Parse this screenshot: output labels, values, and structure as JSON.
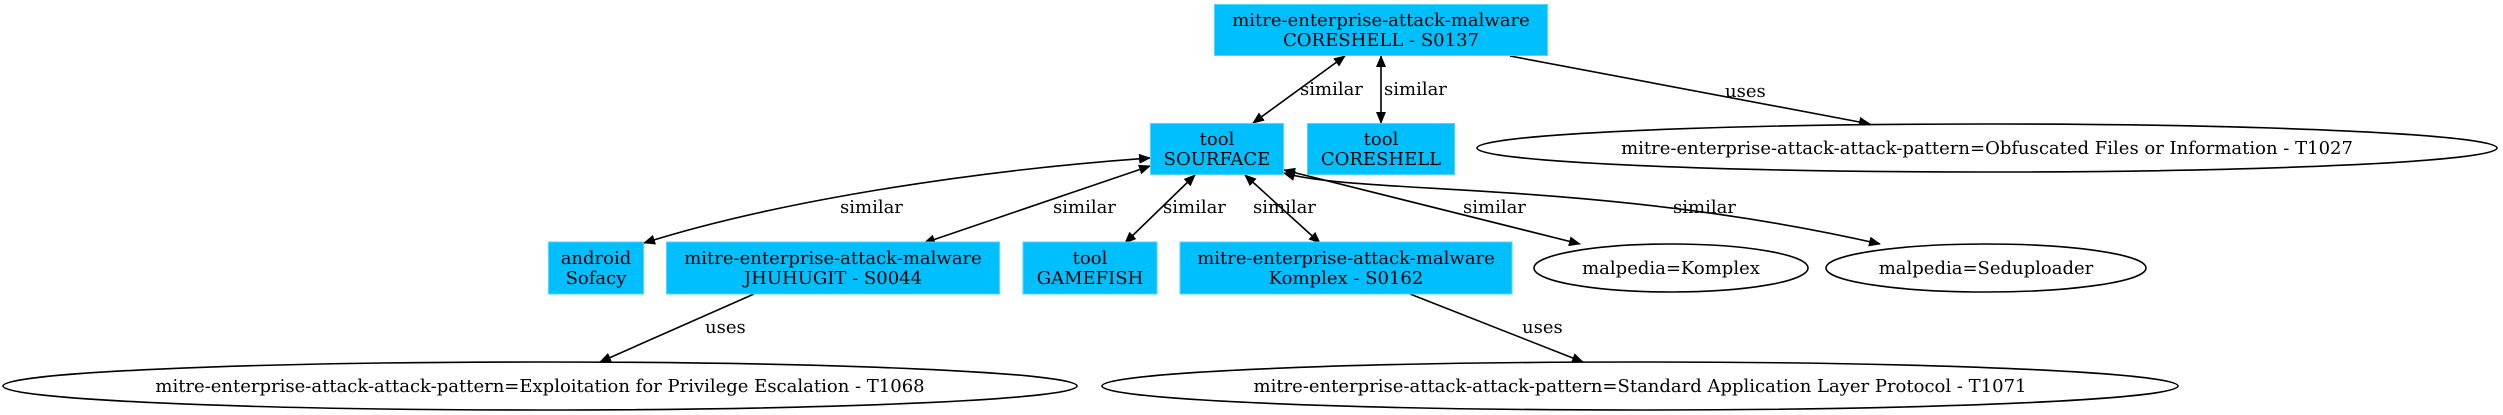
{
  "colors": {
    "box_fill": "#00bfff",
    "box_stroke": "#4fd6ff",
    "ellipse_fill": "#ffffff",
    "ellipse_stroke": "#000000",
    "edge": "#000000"
  },
  "nodes": [
    {
      "id": "coreshell_malware",
      "shape": "box",
      "lines": [
        "mitre-enterprise-attack-malware",
        "CORESHELL - S0137"
      ]
    },
    {
      "id": "sourface_tool",
      "shape": "box",
      "lines": [
        "tool",
        "SOURFACE"
      ]
    },
    {
      "id": "coreshell_tool",
      "shape": "box",
      "lines": [
        "tool",
        "CORESHELL"
      ]
    },
    {
      "id": "t1027",
      "shape": "ellipse",
      "lines": [
        "mitre-enterprise-attack-attack-pattern=Obfuscated Files or Information - T1027"
      ]
    },
    {
      "id": "sofacy_android",
      "shape": "box",
      "lines": [
        "android",
        "Sofacy"
      ]
    },
    {
      "id": "jhuhugit_malware",
      "shape": "box",
      "lines": [
        "mitre-enterprise-attack-malware",
        "JHUHUGIT - S0044"
      ]
    },
    {
      "id": "gamefish_tool",
      "shape": "box",
      "lines": [
        "tool",
        "GAMEFISH"
      ]
    },
    {
      "id": "komplex_malware",
      "shape": "box",
      "lines": [
        "mitre-enterprise-attack-malware",
        "Komplex - S0162"
      ]
    },
    {
      "id": "malpedia_komplex",
      "shape": "ellipse",
      "lines": [
        "malpedia=Komplex"
      ]
    },
    {
      "id": "malpedia_seduploader",
      "shape": "ellipse",
      "lines": [
        "malpedia=Seduploader"
      ]
    },
    {
      "id": "t1068",
      "shape": "ellipse",
      "lines": [
        "mitre-enterprise-attack-attack-pattern=Exploitation for Privilege Escalation - T1068"
      ]
    },
    {
      "id": "t1071",
      "shape": "ellipse",
      "lines": [
        "mitre-enterprise-attack-attack-pattern=Standard Application Layer Protocol - T1071"
      ]
    }
  ],
  "edges": [
    {
      "from": "coreshell_malware",
      "to": "sourface_tool",
      "label": "similar",
      "dir": "both"
    },
    {
      "from": "coreshell_malware",
      "to": "coreshell_tool",
      "label": "similar",
      "dir": "both"
    },
    {
      "from": "coreshell_malware",
      "to": "t1027",
      "label": "uses",
      "dir": "forward"
    },
    {
      "from": "sourface_tool",
      "to": "sofacy_android",
      "label": "similar",
      "dir": "both"
    },
    {
      "from": "sourface_tool",
      "to": "jhuhugit_malware",
      "label": "similar",
      "dir": "both"
    },
    {
      "from": "sourface_tool",
      "to": "gamefish_tool",
      "label": "similar",
      "dir": "both"
    },
    {
      "from": "sourface_tool",
      "to": "komplex_malware",
      "label": "similar",
      "dir": "both"
    },
    {
      "from": "sourface_tool",
      "to": "malpedia_komplex",
      "label": "similar",
      "dir": "both"
    },
    {
      "from": "sourface_tool",
      "to": "malpedia_seduploader",
      "label": "similar",
      "dir": "both"
    },
    {
      "from": "jhuhugit_malware",
      "to": "t1068",
      "label": "uses",
      "dir": "forward"
    },
    {
      "from": "komplex_malware",
      "to": "t1071",
      "label": "uses",
      "dir": "forward"
    }
  ]
}
